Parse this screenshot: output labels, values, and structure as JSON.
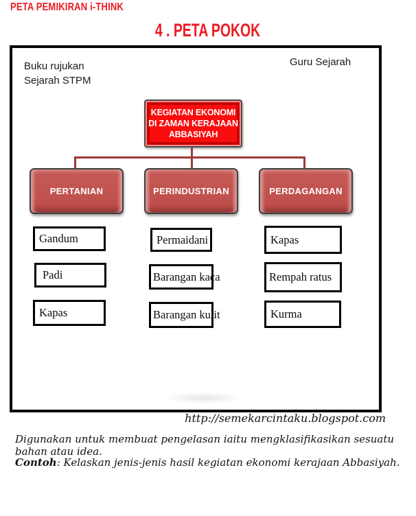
{
  "header": {
    "kicker": "PETA PEMIKIRAN i-THINK",
    "title": "4 . PETA POKOK",
    "accent_color": "#EC1B23"
  },
  "board": {
    "ref_note_line1": "Buku rujukan",
    "ref_note_line2": "Sejarah STPM",
    "author_note": "Guru Sejarah"
  },
  "tree": {
    "root": {
      "line1": "KEGIATAN EKONOMI",
      "line2": "DI ZAMAN KERAJAAN",
      "line3": "ABBASIYAH",
      "fill_color": "#F90D0D"
    },
    "connector_color": "#9A3C39",
    "branch_fill_color": "#C0504D",
    "branches": [
      {
        "label": "PERTANIAN",
        "items": [
          "Gandum",
          "Padi",
          "Kapas"
        ]
      },
      {
        "label": "PERINDUSTRIAN",
        "items": [
          "Permaidani",
          "Barangan kaca",
          "Barangan kulit"
        ]
      },
      {
        "label": "PERDAGANGAN",
        "items": [
          "Kapas",
          "Rempah ratus",
          "Kurma"
        ]
      }
    ]
  },
  "footer": {
    "source_url": "http://semekarcintaku.blogspot.com",
    "description_line1": "Digunakan untuk membuat pengelasan iaitu mengklasifikasikan sesuatu",
    "description_line2": "bahan atau idea.",
    "example_label": "Contoh",
    "example_text": ": Kelaskan jenis-jenis hasil kegiatan ekonomi  kerajaan Abbasiyah."
  }
}
